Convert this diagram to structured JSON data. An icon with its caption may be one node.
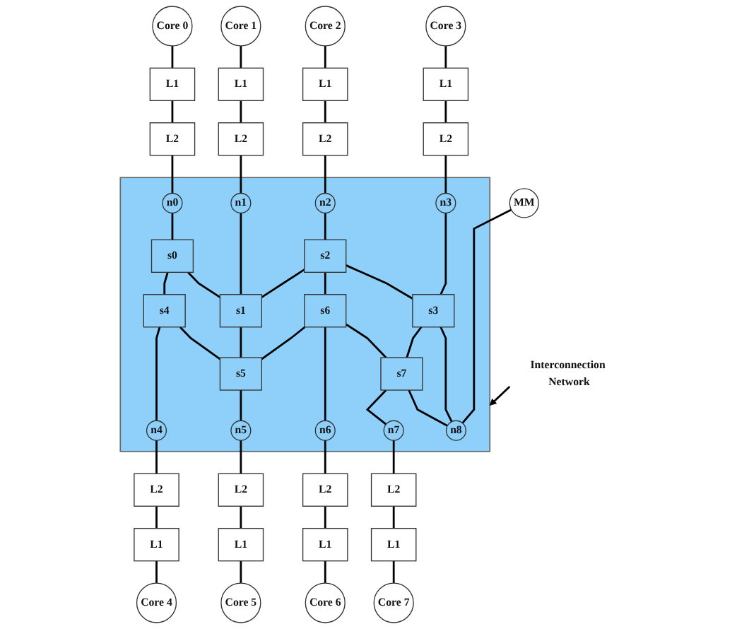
{
  "diagram": {
    "nodes": [
      {
        "text": [
          "Core 0"
        ]
      },
      {
        "text": [
          "Core 1"
        ]
      },
      {
        "text": [
          "Core 2"
        ]
      },
      {
        "text": [
          "Core 3"
        ]
      },
      {
        "text": [
          "L1"
        ]
      },
      {
        "text": [
          "L1"
        ]
      },
      {
        "text": [
          "L1"
        ]
      },
      {
        "text": [
          "L1"
        ]
      },
      {
        "text": [
          "L2"
        ]
      },
      {
        "text": [
          "L2"
        ]
      },
      {
        "text": [
          "L2"
        ]
      },
      {
        "text": [
          "L2"
        ]
      },
      {
        "text": [],
        "shape": "box"
      },
      {
        "text": [
          "n0"
        ],
        "in": 12
      },
      {
        "text": [
          "n1"
        ],
        "in": 12
      },
      {
        "text": [
          "n2"
        ],
        "in": 12
      },
      {
        "text": [
          "n3"
        ],
        "in": 12
      },
      {
        "text": [
          "MM"
        ]
      },
      {
        "text": [
          "s0"
        ],
        "in": 12
      },
      {
        "text": [
          "s1"
        ],
        "in": 12
      },
      {
        "text": [
          "s2"
        ],
        "in": 12
      },
      {
        "text": [
          "s3"
        ],
        "in": 12
      },
      {
        "text": [
          "Interconnection Network"
        ]
      },
      {
        "text": [
          "n8"
        ],
        "in": 12
      },
      {
        "text": [
          "s4"
        ],
        "in": 12
      },
      {
        "text": [
          "s5"
        ],
        "in": 12
      },
      {
        "text": [
          "s6"
        ],
        "in": 12
      },
      {
        "text": [
          "s7"
        ],
        "in": 12
      },
      {
        "text": [
          "n4"
        ],
        "in": 12
      },
      {
        "text": [
          "n5"
        ],
        "in": 12
      },
      {
        "text": [
          "n6"
        ],
        "in": 12
      },
      {
        "text": [
          "n7"
        ],
        "in": 12
      },
      {
        "text": [
          "L2"
        ]
      },
      {
        "text": [
          "L2"
        ]
      },
      {
        "text": [
          "L2"
        ]
      },
      {
        "text": [
          "L2"
        ]
      },
      {
        "text": [
          "L1"
        ]
      },
      {
        "text": [
          "L1"
        ]
      },
      {
        "text": [
          "L1"
        ]
      },
      {
        "text": [
          "L1"
        ]
      },
      {
        "text": [
          "Core 4"
        ]
      },
      {
        "text": [
          "Core 5"
        ]
      },
      {
        "text": [
          "Core 6"
        ]
      },
      {
        "text": [
          "Core 7"
        ]
      }
    ],
    "edges": [
      {
        "from": 0,
        "to": 4,
        "arrow": "none"
      },
      {
        "from": 4,
        "to": 8,
        "arrow": "none"
      },
      {
        "from": 8,
        "to": 13,
        "arrow": "none"
      },
      {
        "from": 13,
        "to": 18,
        "arrow": "none"
      },
      {
        "from": 18,
        "to": 24,
        "arrow": "none"
      },
      {
        "from": 24,
        "to": 28,
        "arrow": "none"
      },
      {
        "from": 28,
        "to": 32,
        "arrow": "none"
      },
      {
        "from": 32,
        "to": 36,
        "arrow": "none"
      },
      {
        "from": 36,
        "to": 40,
        "arrow": "none"
      },
      {
        "from": 24,
        "to": 25,
        "arrow": "none"
      },
      {
        "from": 25,
        "to": 29,
        "arrow": "none"
      },
      {
        "from": 29,
        "to": 33,
        "arrow": "none"
      },
      {
        "from": 33,
        "to": 37,
        "arrow": "none"
      },
      {
        "from": 37,
        "to": 41,
        "arrow": "none"
      },
      {
        "from": 18,
        "to": 19,
        "arrow": "none"
      },
      {
        "from": 19,
        "to": 25,
        "arrow": "none"
      },
      {
        "from": 1,
        "to": 5,
        "arrow": "none"
      },
      {
        "from": 5,
        "to": 9,
        "arrow": "none"
      },
      {
        "from": 9,
        "to": 14,
        "arrow": "none"
      },
      {
        "from": 14,
        "to": 19,
        "arrow": "none"
      },
      {
        "from": 2,
        "to": 6,
        "arrow": "none"
      },
      {
        "from": 6,
        "to": 10,
        "arrow": "none"
      },
      {
        "from": 10,
        "to": 15,
        "arrow": "none"
      },
      {
        "from": 15,
        "to": 20,
        "arrow": "none"
      },
      {
        "from": 20,
        "to": 19,
        "arrow": "none"
      },
      {
        "from": 20,
        "to": 26,
        "arrow": "none"
      },
      {
        "from": 26,
        "to": 30,
        "arrow": "none"
      },
      {
        "from": 30,
        "to": 34,
        "arrow": "none"
      },
      {
        "from": 34,
        "to": 38,
        "arrow": "none"
      },
      {
        "from": 38,
        "to": 42,
        "arrow": "none"
      },
      {
        "from": 26,
        "to": 25,
        "arrow": "none"
      },
      {
        "from": 26,
        "to": 27,
        "arrow": "none"
      },
      {
        "from": 27,
        "to": 31,
        "arrow": "none"
      },
      {
        "from": 31,
        "to": 35,
        "arrow": "none"
      },
      {
        "from": 35,
        "to": 39,
        "arrow": "none"
      },
      {
        "from": 39,
        "to": 43,
        "arrow": "none"
      },
      {
        "from": 27,
        "to": 23,
        "arrow": "none"
      },
      {
        "from": 20,
        "to": 21,
        "arrow": "none"
      },
      {
        "from": 21,
        "to": 27,
        "arrow": "none"
      },
      {
        "from": 21,
        "to": 23,
        "arrow": "none"
      },
      {
        "from": 3,
        "to": 7,
        "arrow": "none"
      },
      {
        "from": 7,
        "to": 11,
        "arrow": "none"
      },
      {
        "from": 11,
        "to": 16,
        "arrow": "none"
      },
      {
        "from": 16,
        "to": 21,
        "arrow": "none"
      },
      {
        "from": 22,
        "to": 12,
        "arrow": "to"
      },
      {
        "from": 17,
        "to": 23,
        "arrow": "none"
      }
    ]
  }
}
